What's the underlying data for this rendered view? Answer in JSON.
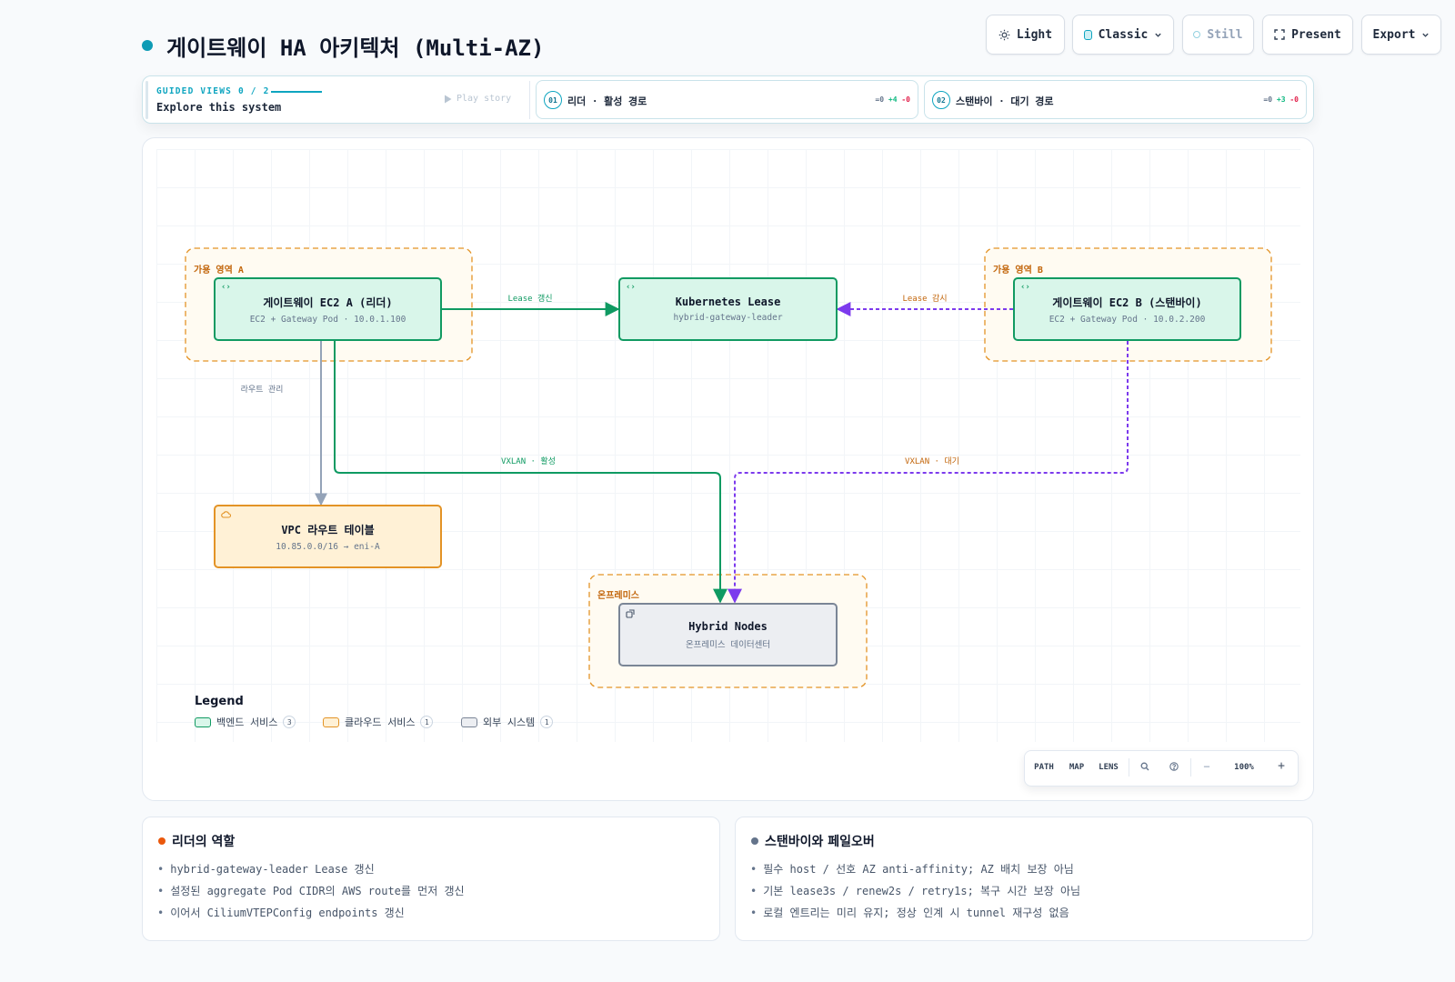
{
  "header": {
    "title": "게이트웨이 HA 아키텍처 (Multi-AZ)",
    "buttons": {
      "theme": "Light",
      "style": "Classic",
      "motion": "Still",
      "present": "Present",
      "export": "Export"
    }
  },
  "guided": {
    "label": "GUIDED VIEWS 0 / 2",
    "subtitle": "Explore this system",
    "play": "Play story",
    "stories": [
      {
        "num": "01",
        "title": "리더 · 활성 경로",
        "eq": "=0",
        "plus": "+4",
        "minus": "-0"
      },
      {
        "num": "02",
        "title": "스탠바이 · 대기 경로",
        "eq": "=0",
        "plus": "+3",
        "minus": "-0"
      }
    ]
  },
  "diagram": {
    "zones": {
      "az_a": "가용 영역 A",
      "az_b": "가용 영역 B",
      "onprem": "온프레미스"
    },
    "nodes": {
      "ec2_a": {
        "title": "게이트웨이 EC2 A (리더)",
        "subtitle": "EC2 + Gateway Pod · 10.0.1.100",
        "icon": "code-icon"
      },
      "lease": {
        "title": "Kubernetes Lease",
        "subtitle": "hybrid-gateway-leader",
        "icon": "code-icon"
      },
      "ec2_b": {
        "title": "게이트웨이 EC2 B (스탠바이)",
        "subtitle": "EC2 + Gateway Pod · 10.0.2.200",
        "icon": "code-icon"
      },
      "vpc_rt": {
        "title": "VPC 라우트 테이블",
        "subtitle": "10.85.0.0/16 → eni-A",
        "icon": "cloud-icon"
      },
      "hybrid": {
        "title": "Hybrid Nodes",
        "subtitle": "온프레미스 데이터센터",
        "icon": "external-icon"
      }
    },
    "edges": {
      "lease_renew": "Lease 갱신",
      "lease_watch": "Lease 감시",
      "route_manage": "라우트 관리",
      "vxlan_active": "VXLAN · 활성",
      "vxlan_standby": "VXLAN · 대기"
    },
    "colors": {
      "active": "#0f9a62",
      "standby": "#7c3aed",
      "neutral": "#94a3b8",
      "zone": "#e39326"
    }
  },
  "legend": {
    "title": "Legend",
    "items": [
      {
        "label": "백엔드 서비스",
        "count": "3"
      },
      {
        "label": "클라우드 서비스",
        "count": "1"
      },
      {
        "label": "외부 시스템",
        "count": "1"
      }
    ]
  },
  "toolbar": {
    "path": "PATH",
    "map": "MAP",
    "lens": "LENS",
    "zoom": "100%",
    "minus": "−",
    "plus": "+"
  },
  "cards": [
    {
      "title": "리더의 역할",
      "items": [
        "hybrid-gateway-leader Lease 갱신",
        "설정된 aggregate Pod CIDR의 AWS route를 먼저 갱신",
        "이어서 CiliumVTEPConfig endpoints 갱신"
      ]
    },
    {
      "title": "스탠바이와 페일오버",
      "items": [
        "필수 host / 선호 AZ anti-affinity; AZ 배치 보장 아님",
        "기본 lease3s / renew2s / retry1s; 복구 시간 보장 아님",
        "로컬 엔트리는 미리 유지; 정상 인계 시 tunnel 재구성 없음"
      ]
    }
  ]
}
